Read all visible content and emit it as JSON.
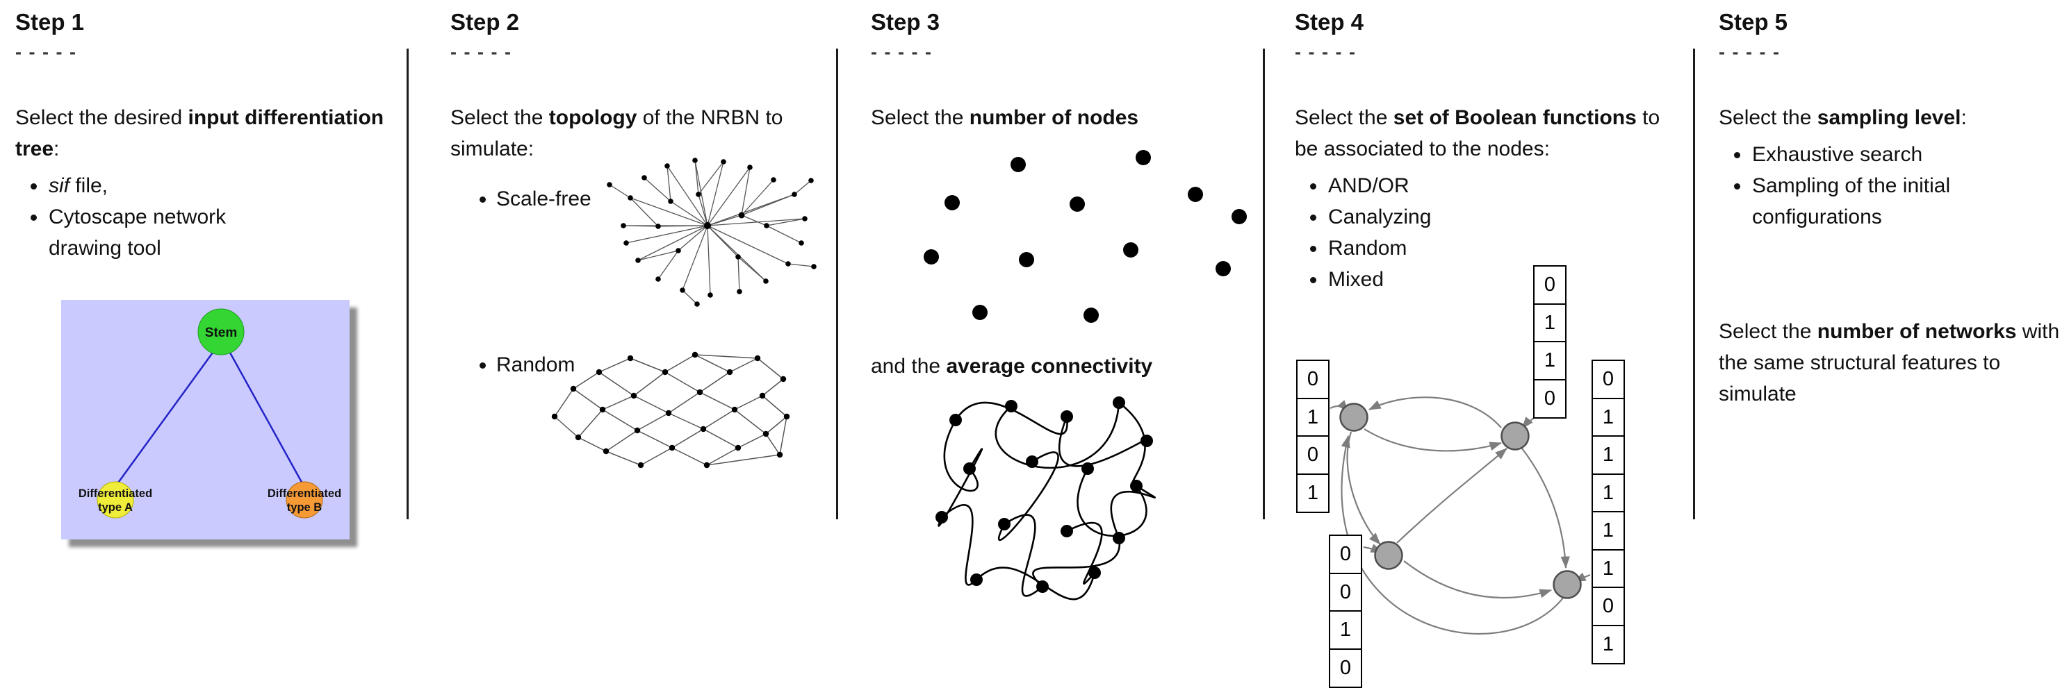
{
  "colors": {
    "tree_bg": "#cacafe",
    "stem": "#33d633",
    "type_a": "#f0ec3a",
    "type_b": "#f59a35",
    "tree_edge": "#2323c8",
    "boolean_node": "#a6a6a6"
  },
  "steps": [
    {
      "title": "Step 1",
      "dashes": "- - - - -",
      "intro": {
        "pre": "Select the desired ",
        "bold": "input differentiation tree",
        "post": ":"
      },
      "bullets": [
        {
          "i": "sif",
          "t": " file,"
        },
        {
          "t": "Cytoscape network drawing tool"
        }
      ],
      "tree": {
        "root": "Stem",
        "leaf_a_line1": "Differentiated",
        "leaf_a_line2": "type A",
        "leaf_b_line1": "Differentiated",
        "leaf_b_line2": "type B"
      }
    },
    {
      "title": "Step 2",
      "dashes": "- - - - -",
      "intro": {
        "pre": "Select the ",
        "bold": "topology",
        "post": " of the NRBN to simulate:"
      },
      "bullets": [
        {
          "t": "Scale-free"
        },
        {
          "t": "Random"
        }
      ]
    },
    {
      "title": "Step 3",
      "dashes": "- - - - -",
      "intro": {
        "pre": "Select the ",
        "bold": "number of nodes",
        "post": ""
      },
      "connectivity": {
        "pre": "and the ",
        "bold": "average connectivity",
        "post": ""
      }
    },
    {
      "title": "Step 4",
      "dashes": "- - - - -",
      "intro": {
        "pre": "Select the ",
        "bold": "set of Boolean functions",
        "post": " to be associated to the nodes:"
      },
      "bullets": [
        {
          "t": "AND/OR"
        },
        {
          "t": "Canalyzing"
        },
        {
          "t": "Random"
        },
        {
          "t": "Mixed"
        }
      ],
      "tables": {
        "left": [
          "0",
          "1",
          "0",
          "1"
        ],
        "top": [
          "0",
          "1",
          "1",
          "0"
        ],
        "bottom": [
          "0",
          "0",
          "1",
          "0"
        ],
        "right": [
          "0",
          "1",
          "1",
          "1",
          "1",
          "1",
          "0",
          "1"
        ]
      }
    },
    {
      "title": "Step 5",
      "dashes": "- - - - -",
      "intro": {
        "pre": "Select the ",
        "bold": "sampling level",
        "post": ":"
      },
      "bullets": [
        {
          "t": "Exhaustive search"
        },
        {
          "t": "Sampling of the initial configurations"
        }
      ],
      "networks": {
        "pre": "Select the ",
        "bold": "number of networks",
        "post": " with the same structural features to simulate"
      }
    }
  ]
}
